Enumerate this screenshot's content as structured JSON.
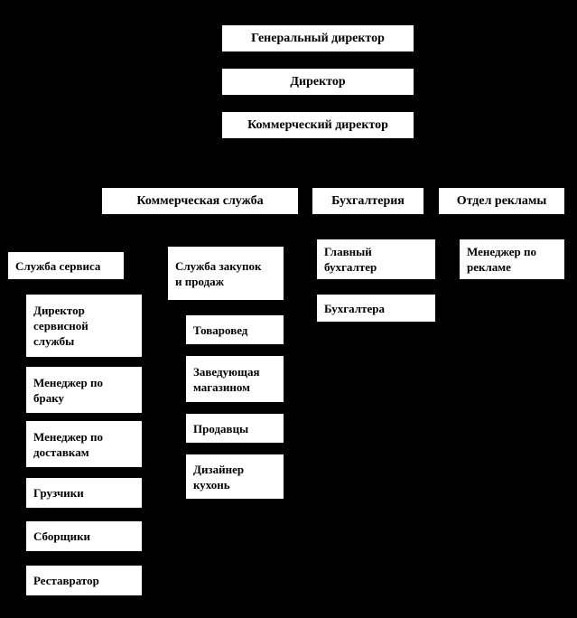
{
  "diagram": {
    "type": "org-chart",
    "background_color": "#000000",
    "box_fill_color": "#ffffff",
    "text_color": "#000000",
    "nodes": {
      "general_director": "Генеральный директор",
      "director": "Директор",
      "commercial_director": "Коммерческий директор",
      "commercial_service": "Коммерческая служба",
      "accounting": "Бухгалтерия",
      "ad_department": "Отдел рекламы",
      "service_department": "Служба сервиса",
      "purchasing_sales": "Служба закупок\nи продаж",
      "chief_accountant": "Главный\nбухгалтер",
      "ad_manager": "Менеджер по\nрекламе",
      "accountants": "Бухгалтера",
      "service_director": "Директор\nсервисной\nслужбы",
      "defect_manager": "Менеджер по\nбраку",
      "delivery_manager": "Менеджер по\nдоставкам",
      "loaders": "Грузчики",
      "assemblers": "Сборщики",
      "restorer": "Реставратор",
      "merchandiser": "Товаровед",
      "store_manager": "Заведующая\nмагазином",
      "sellers": "Продавцы",
      "kitchen_designer": "Дизайнер\nкухонь"
    },
    "hierarchy": [
      "Генеральный директор > Директор > Коммерческий директор",
      "Коммерческий директор > Коммерческая служба, Бухгалтерия, Отдел рекламы",
      "Коммерческая служба > Служба сервиса, Служба закупок и продаж",
      "Служба сервиса > Директор сервисной службы, Менеджер по браку, Менеджер по доставкам, Грузчики, Сборщики, Реставратор",
      "Служба закупок и продаж > Товаровед, Заведующая магазином, Продавцы, Дизайнер кухонь",
      "Бухгалтерия > Главный бухгалтер > Бухгалтера",
      "Отдел рекламы > Менеджер по рекламе"
    ]
  }
}
